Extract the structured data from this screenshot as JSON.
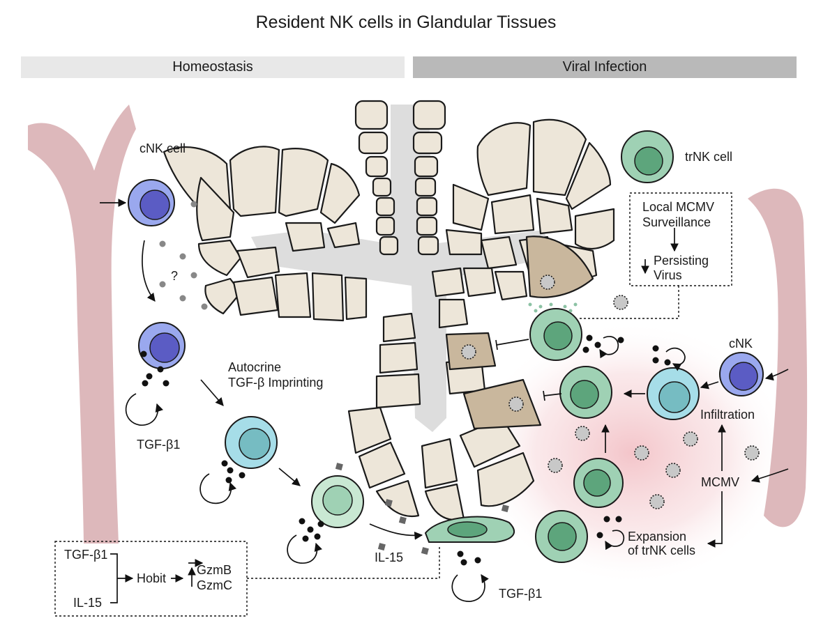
{
  "title": "Resident NK cells in Glandular Tissues",
  "panels": {
    "left": "Homeostasis",
    "right": "Viral Infection"
  },
  "labels": {
    "cnk_cell": "cNK cell",
    "question": "?",
    "autocrine_line1": "Autocrine",
    "autocrine_line2": "TGF-β Imprinting",
    "tgf_left": "TGF-β1",
    "tgf_bottom": "TGF-β1",
    "il15": "IL-15",
    "trnk_cell": "trNK cell",
    "cnk_right": "cNK",
    "infiltration": "Infiltration",
    "mcmv": "MCMV",
    "expansion_line1": "Expansion",
    "expansion_line2": "of trNK cells"
  },
  "box_surveillance": {
    "line1": "Local MCMV",
    "line2": "Surveillance",
    "line3": "Persisting",
    "line4": "Virus"
  },
  "box_hobit": {
    "tgf": "TGF-β1",
    "il15": "IL-15",
    "hobit": "Hobit",
    "gzmb": "GzmB",
    "gzmc": "GzmC"
  },
  "colors": {
    "vessel": "#ddb8bb",
    "acinar_cell": "#ede6d9",
    "infected_cell": "#c9b79d",
    "lumen": "#d8d8d8",
    "cnk_outer": "#9aa8ee",
    "cnk_nucleus": "#5b5cc4",
    "intermediate_outer": "#a6dde8",
    "intermediate_nucleus": "#76bcc2",
    "trnk_outer": "#9fd1b4",
    "trnk_nucleus": "#5da57c",
    "virus": "#c8c8c8",
    "inflammation": "#f3c9cd"
  }
}
